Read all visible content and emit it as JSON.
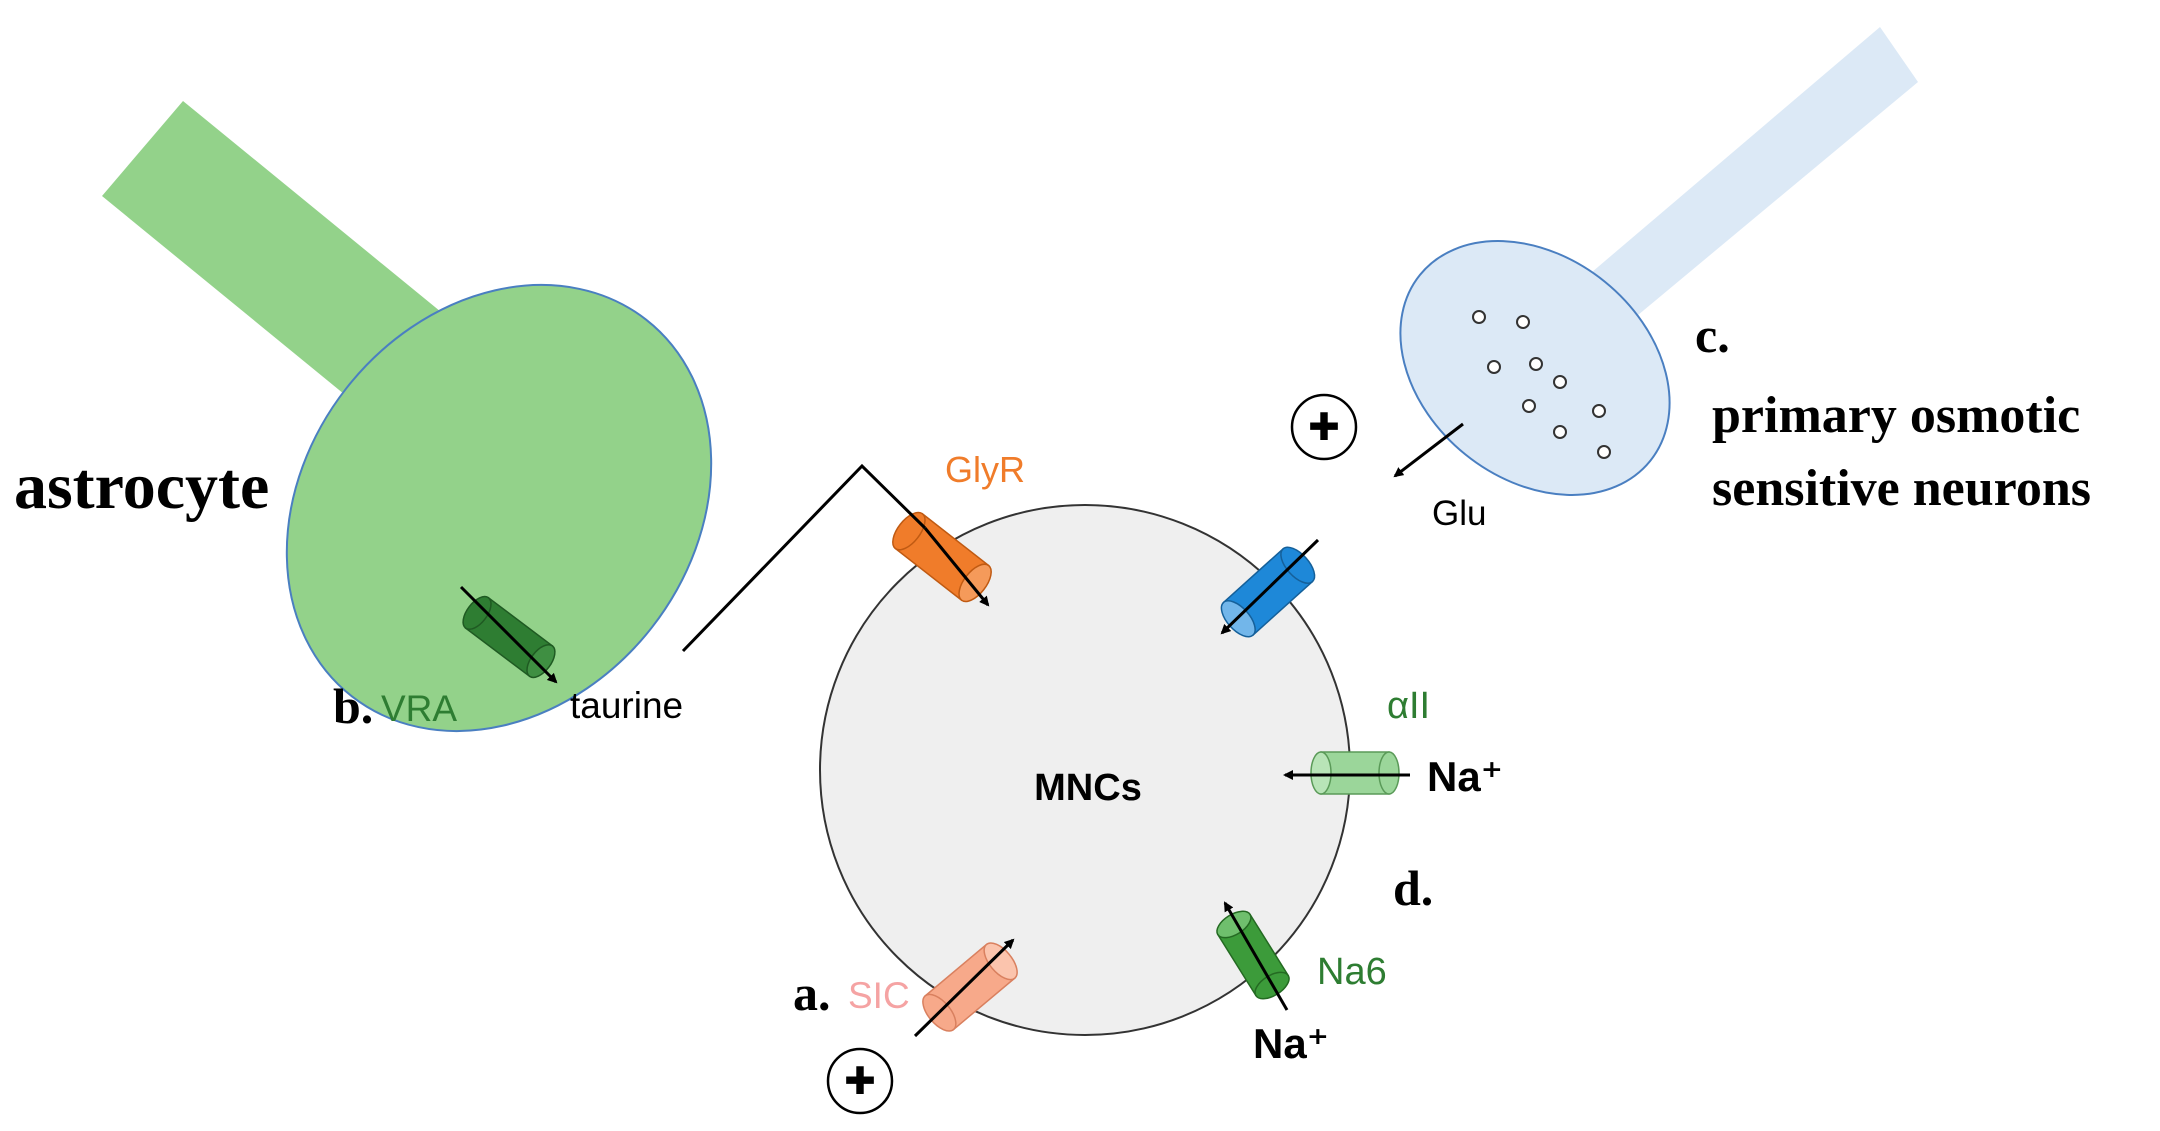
{
  "labels": {
    "astrocyte": "astrocyte",
    "mncs": "MNCs",
    "glyr": "GlyR",
    "taurine": "taurine",
    "glu": "Glu",
    "vra_prefix": "b.",
    "vra": "VRA",
    "sic_prefix": "a.",
    "sic": "SIC",
    "c": "c.",
    "primary_line1": "primary osmotic",
    "primary_line2": "sensitive neurons",
    "alpha": "αII",
    "na_plus_right": "Na⁺",
    "na_plus_bottom": "Na⁺",
    "d": "d.",
    "na6": "Na6",
    "plus_top": "✚",
    "plus_bottom": "✚"
  },
  "colors": {
    "astrocyte": "#93d28a",
    "vra_channel": "#2e7d32",
    "glyr_channel": "#f07c2a",
    "glu_channel": "#1e88d8",
    "alpha_channel": "#9bd69a",
    "na6_channel": "#3c9b3a",
    "sic_channel": "#f7a98a",
    "neuron": "#dce9f6",
    "cell_body": "#efefef",
    "glyr_text": "#f07c2a",
    "green_text": "#2e7d32",
    "sic_text": "#f5a3a3"
  }
}
